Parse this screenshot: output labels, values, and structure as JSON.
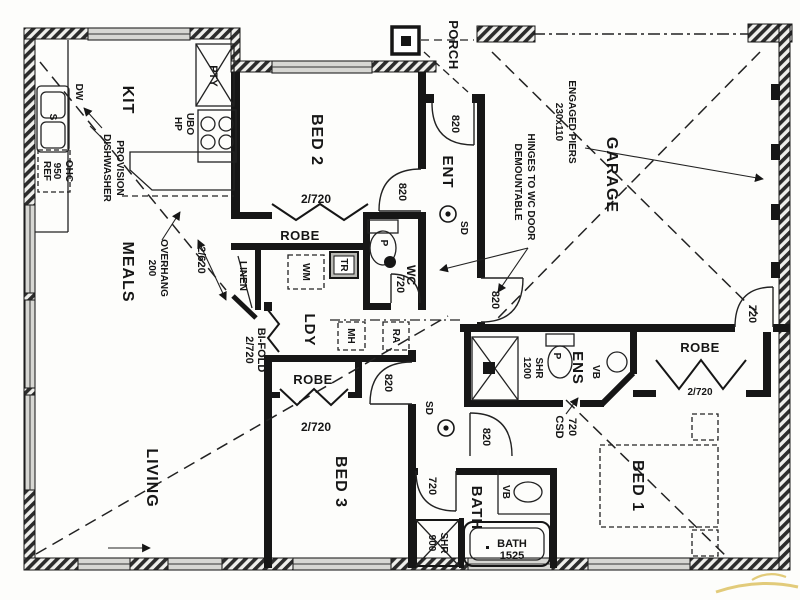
{
  "rooms": {
    "porch": "PORCH",
    "ent": "ENT",
    "kit": "KIT",
    "meals": "MEALS",
    "living": "LIVING",
    "garage": "GARAGE",
    "bed1": "BED 1",
    "bed2": "BED 2",
    "bed3": "BED 3",
    "ldy": "LDY",
    "wc": "WC",
    "bath": "BATH",
    "ens": "ENS",
    "linen": "LINEN",
    "robe": "ROBE"
  },
  "doors": {
    "d820": "820",
    "d720": "720",
    "two_720": "2/720",
    "two_620": "2/620",
    "bifold": "BI-FOLD",
    "csd": "CSD"
  },
  "fixtures": {
    "dw": "DW",
    "pty": "PTY",
    "hp": "HP",
    "ubo": "UBO",
    "sink": "S",
    "ohc": "OHC",
    "n950": "950",
    "ref": "REF",
    "wm": "WM",
    "tr": "TR",
    "pan": "P",
    "mh": "MH",
    "ra": "RA",
    "sd": "SD",
    "vb": "VB",
    "shr": "SHR",
    "n900": "900",
    "n1200": "1200",
    "bath_word": "BATH",
    "n1525": "1525"
  },
  "notes": {
    "dishwasher": "DISHWASHER",
    "provision": "PROVISION",
    "n200": "200",
    "overhang": "OVERHANG",
    "demountable": "DEMOUNTABLE",
    "hinges": "HINGES TO WC DOOR",
    "pier_size": "230x110",
    "piers": "ENGAGED PIERS"
  },
  "watermark_color": "#dcbf5a"
}
